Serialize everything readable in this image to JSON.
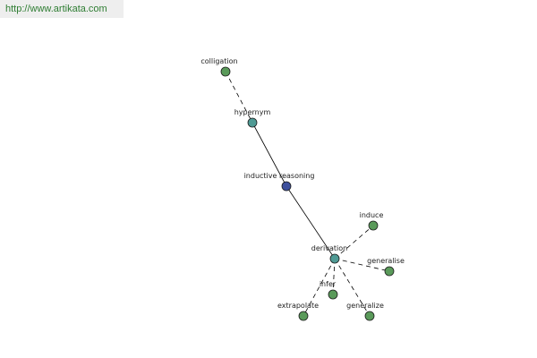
{
  "banner": {
    "url": "http://www.artikata.com"
  },
  "graph": {
    "nodes": [
      {
        "id": "colligation",
        "label": "colligation",
        "role": "leaf"
      },
      {
        "id": "hypernym",
        "label": "hypernym",
        "role": "hub"
      },
      {
        "id": "inductive-reasoning",
        "label": "inductive reasoning",
        "role": "focus"
      },
      {
        "id": "derivation",
        "label": "derivation",
        "role": "hub"
      },
      {
        "id": "induce",
        "label": "induce",
        "role": "leaf"
      },
      {
        "id": "generalise",
        "label": "generalise",
        "role": "leaf"
      },
      {
        "id": "infer",
        "label": "infer",
        "role": "leaf"
      },
      {
        "id": "extrapolate",
        "label": "extrapolate",
        "role": "leaf"
      },
      {
        "id": "generalize",
        "label": "generalize",
        "role": "leaf"
      }
    ],
    "edges": [
      {
        "from": "colligation",
        "to": "hypernym",
        "style": "dashed"
      },
      {
        "from": "hypernym",
        "to": "inductive-reasoning",
        "style": "solid"
      },
      {
        "from": "inductive-reasoning",
        "to": "derivation",
        "style": "solid"
      },
      {
        "from": "derivation",
        "to": "induce",
        "style": "dashed"
      },
      {
        "from": "derivation",
        "to": "generalise",
        "style": "dashed"
      },
      {
        "from": "derivation",
        "to": "infer",
        "style": "dashed"
      },
      {
        "from": "derivation",
        "to": "extrapolate",
        "style": "dashed"
      },
      {
        "from": "derivation",
        "to": "generalize",
        "style": "dashed"
      }
    ],
    "colors": {
      "leaf": "#5a9a5a",
      "hub": "#4f9a94",
      "focus": "#3d4f9c",
      "edge": "#000000",
      "node_stroke": "#1c1c1c"
    }
  }
}
